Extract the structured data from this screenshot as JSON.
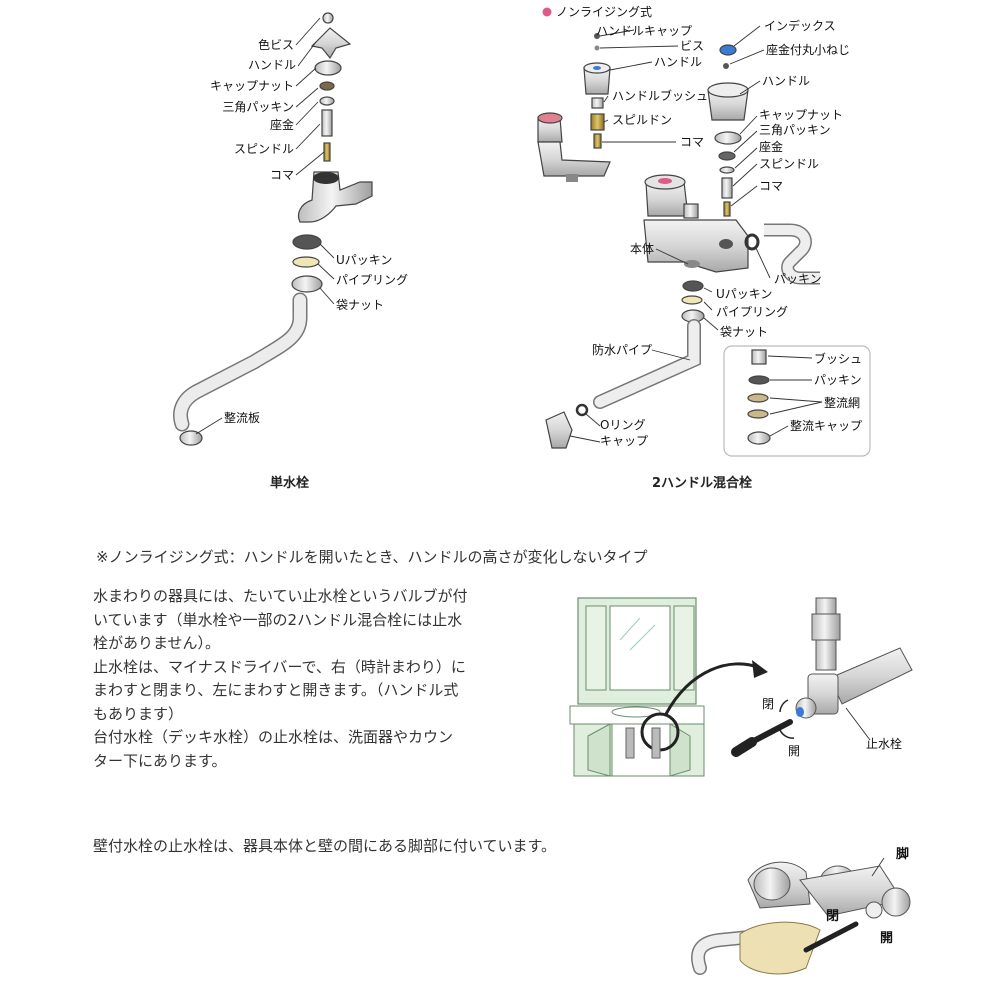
{
  "colors": {
    "accent": "#e05a86",
    "blue": "#3a7bd5",
    "red": "#d9546a",
    "brass": "#c8a54a",
    "green_fill": "#dfeedd",
    "green_line": "#6a8f6a"
  },
  "single": {
    "caption": "単水栓",
    "labels": [
      "色ビス",
      "ハンドル",
      "キャップナット",
      "三角パッキン",
      "座金",
      "スピンドル",
      "コマ",
      "Uパッキン",
      "パイプリング",
      "袋ナット",
      "整流板"
    ]
  },
  "mixer": {
    "caption": "2ハンドル混合栓",
    "legend": "ノンライジング式",
    "left_labels": [
      "ハンドルキャップ",
      "ビス",
      "ハンドル",
      "ハンドルブッシュ",
      "スピルドン",
      "コマ"
    ],
    "right_labels": [
      "インデックス",
      "座金付丸小ねじ",
      "ハンドル",
      "キャップナット",
      "三角パッキン",
      "座金",
      "スピンドル",
      "コマ"
    ],
    "body_label": "本体",
    "gasket_label": "パッキン",
    "bottom_labels": [
      "Uパッキン",
      "パイプリング",
      "袋ナット"
    ],
    "pipe_label": "防水パイプ",
    "oring_label": "Oリング",
    "cap_label": "キャップ",
    "aerator_labels": [
      "ブッシュ",
      "パッキン",
      "整流網",
      "整流キャップ"
    ]
  },
  "note": "※ノンライジング式：ハンドルを開いたとき、ハンドルの高さが変化しないタイプ",
  "paragraph1": [
    "水まわりの器具には、たいてい止水栓というバルブが付",
    "いています（単水栓や一部の2ハンドル混合栓には止水",
    "栓がありません）。",
    "止水栓は、マイナスドライバーで、右（時計まわり）に",
    "まわすと閉まり、左にまわすと開きます。（ハンドル式",
    "もあります）",
    "台付水栓（デッキ水栓）の止水栓は、洗面器やカウン",
    "ター下にあります。"
  ],
  "valve_labels": {
    "close": "閉",
    "open": "開",
    "stop": "止水栓"
  },
  "paragraph2": "壁付水栓の止水栓は、器具本体と壁の間にある脚部に付いています。",
  "wall_labels": {
    "leg": "脚",
    "close": "閉",
    "open": "開"
  }
}
